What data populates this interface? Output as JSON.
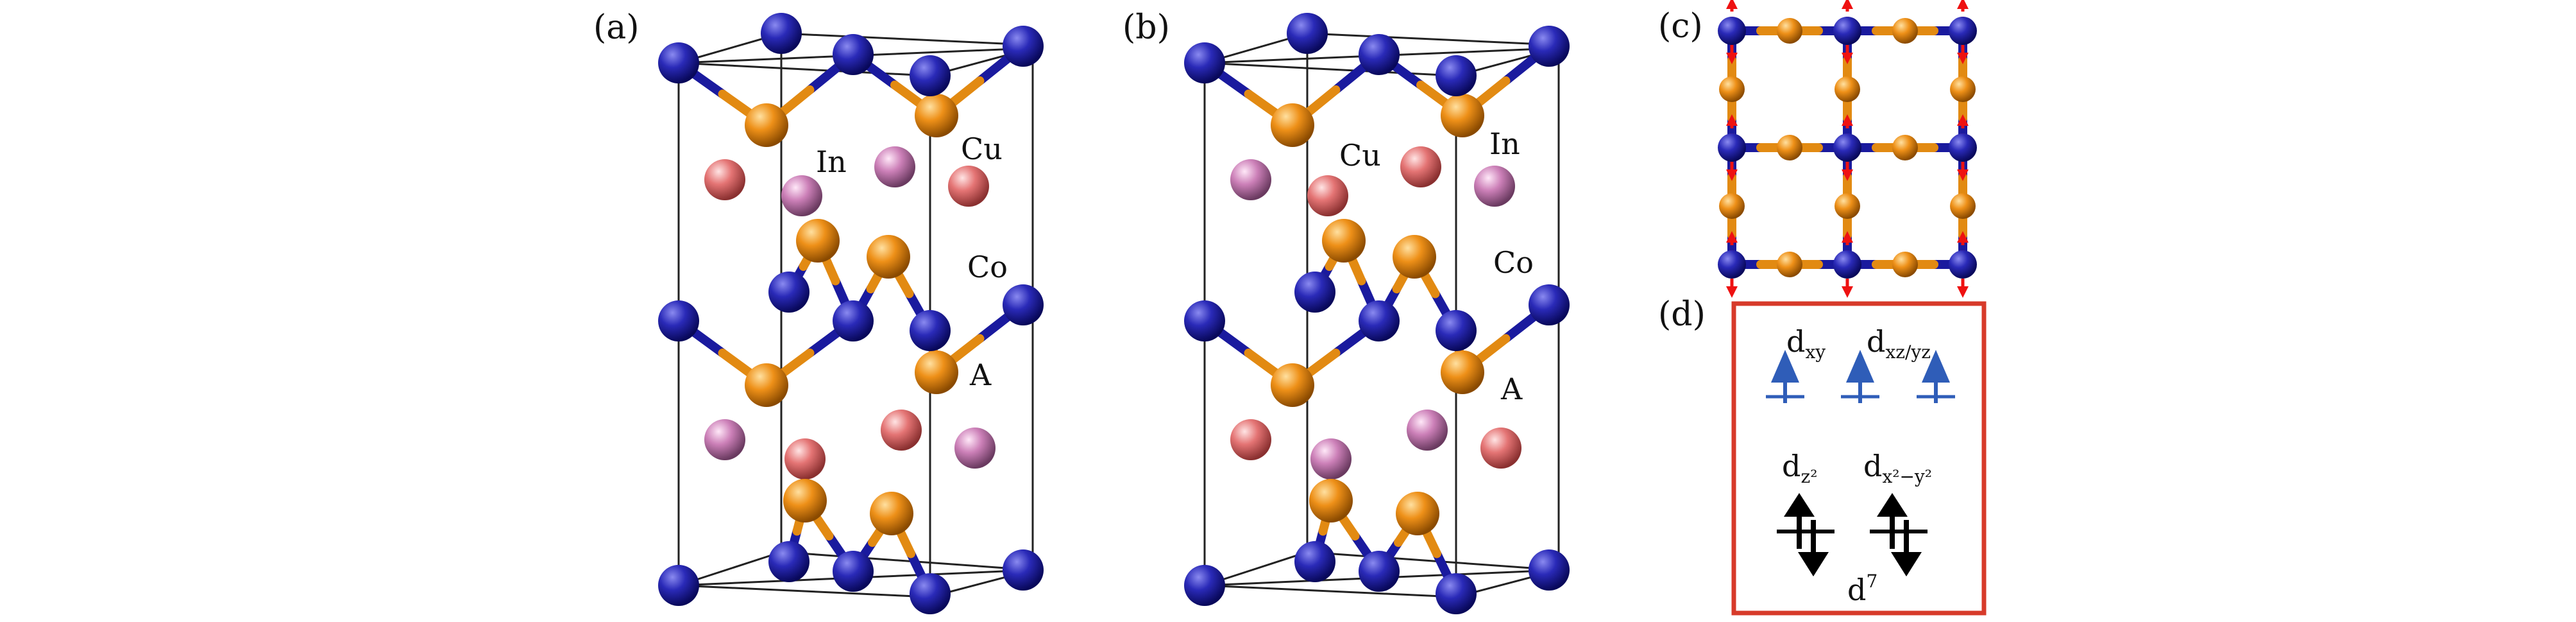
{
  "panels": [
    {
      "label": "(a)",
      "atoms": {
        "in": "In",
        "cu": "Cu",
        "co": "Co",
        "a": "A"
      }
    },
    {
      "label": "(b)",
      "atoms": {
        "in": "In",
        "cu": "Cu",
        "co": "Co",
        "a": "A"
      }
    },
    {
      "label": "(c)"
    },
    {
      "label": "(d)"
    }
  ],
  "orbitals": {
    "upper_left": {
      "base": "d",
      "sub": "xy"
    },
    "upper_right": {
      "base": "d",
      "sub": "xz/yz"
    },
    "lower_left": {
      "base": "d",
      "sub": "z²"
    },
    "lower_right": {
      "base": "d",
      "sub": "x²−y²"
    },
    "config": {
      "base": "d",
      "sup": "7"
    }
  },
  "colors": {
    "co": "#1a1a9e",
    "s": "#e28a12",
    "cu": "#e57575",
    "in": "#cc80b8",
    "spin_up": "#2f5db8",
    "spin_pair": "#000000",
    "frame_d": "#d73a2a",
    "arrow_c": "#ee1111"
  }
}
